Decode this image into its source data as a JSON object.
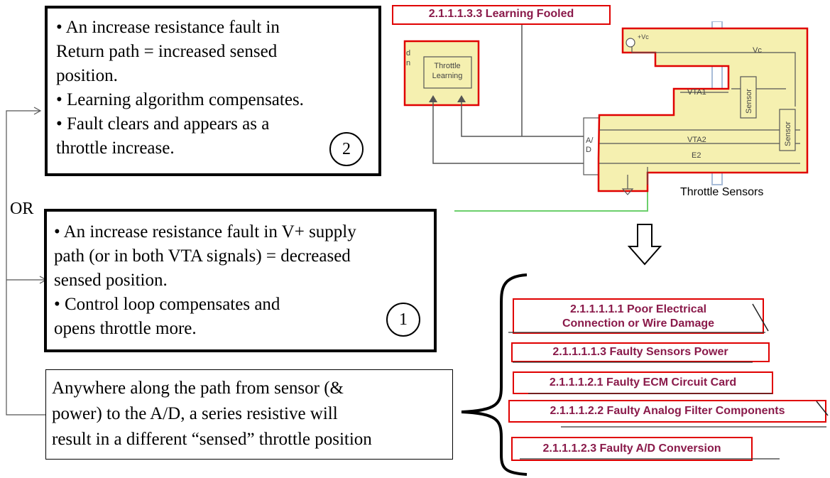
{
  "box_top": {
    "lines": [
      "• An increase resistance fault in",
      "Return path = increased sensed",
      "position.",
      "• Learning algorithm compensates.",
      "• Fault clears and appears as a",
      "throttle increase."
    ],
    "circle": "2"
  },
  "or_label": "OR",
  "box_mid": {
    "lines": [
      "• An increase resistance fault in V+ supply",
      "path (or in both VTA signals) = decreased",
      "sensed position.",
      "• Control loop compensates and",
      "opens throttle more."
    ],
    "circle": "1"
  },
  "box_bottom": {
    "lines": [
      "Anywhere along the path from sensor (&",
      "power) to the A/D, a series resistive will",
      "result in a different “sensed” throttle position"
    ]
  },
  "top_tag": "2.1.1.1.3.3  Learning Fooled",
  "schematic": {
    "throttle_learning": [
      "Throttle",
      "Learning"
    ],
    "ad_label": [
      "A/",
      "D"
    ],
    "vc_top": "+Vc",
    "vc": "Vc",
    "vta1": "VTA1",
    "vta2": "VTA2",
    "e2": "E2",
    "sensor1": "Sensor",
    "sensor2": "Sensor",
    "left_partial": [
      "d",
      "n"
    ],
    "caption": "Throttle Sensors"
  },
  "tags": [
    [
      "2.1.1.1.1.1  Poor Electrical",
      "Connection or Wire Damage"
    ],
    [
      "2.1.1.1.1.3  Faulty Sensors Power"
    ],
    [
      "2.1.1.1.2.1  Faulty ECM Circuit Card"
    ],
    [
      "2.1.1.1.2.2  Faulty Analog Filter Components"
    ],
    [
      "2.1.1.1.2.3  Faulty A/D Conversion"
    ]
  ],
  "colors": {
    "highlight_fill": "#f5f0b0",
    "red_outline": "#e00000",
    "tag_text": "#8a1a4a",
    "green_wire": "#6ccf6c",
    "blue_wire": "#a8bcd8"
  }
}
